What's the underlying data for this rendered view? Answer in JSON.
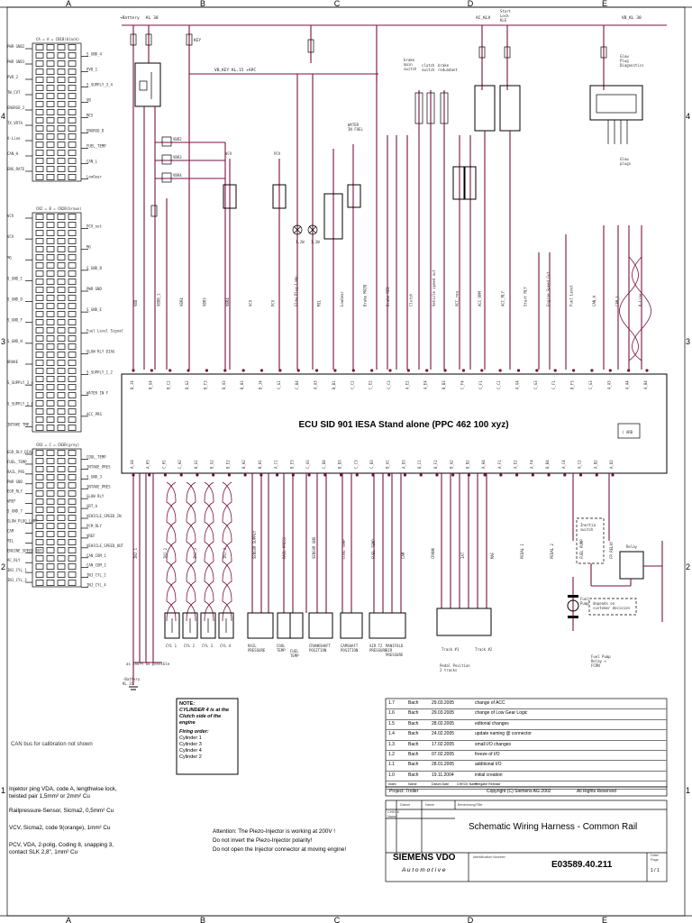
{
  "grid": {
    "cols": [
      "A",
      "B",
      "C",
      "D",
      "E"
    ],
    "rows": [
      "4",
      "3",
      "2",
      "1"
    ]
  },
  "top": {
    "battery": "+Battery",
    "kl30": "KL 30",
    "start_lock": "Start\nLock\nKLE",
    "acklv": "AC_KLV",
    "vbkl30": "VB_KL 30",
    "vbkey": "VB_KEY  KL.15  +APC",
    "key": "KEY",
    "glow": "Glow\nPlug\nDiagnostics",
    "glowplugs": "Glow\nplugs",
    "brake": "brake\nmain\nswitch",
    "clutch": "clutch\nswitch",
    "brake2": "brake\nredundant",
    "water": "WATER\nIN FUEL"
  },
  "ecu": {
    "title": "ECU SID 901 IESA Stand alone (PPC 462 100 xyz)",
    "box_label": "( ARB",
    "top_pins": [
      "B_J4",
      "B_G4",
      "B_C2",
      "B_G2",
      "B_F3",
      "B_A3",
      "B_H3",
      "B_J4",
      "C_G1",
      "C_B4",
      "A_A3",
      "B_B1",
      "C_C2",
      "C_E2",
      "C_C3",
      "A_E2",
      "A_E4",
      "B_B3",
      "C_F4",
      "C_F1",
      "C_C1",
      "A_G4",
      "C_G3",
      "C_F1",
      "B_F3",
      "C_G3",
      "A_A3",
      "A_A4",
      "A_B4"
    ],
    "bottom_pins": [
      "A_G4",
      "A_H3",
      "C_H1",
      "C_H2",
      "B_G1",
      "B_G2",
      "B_E2",
      "B_H2",
      "B_H1",
      "A_C1",
      "B_E3",
      "C_A3",
      "C_B4",
      "B_B3",
      "C_C3",
      "C_B3",
      "B_A1",
      "A_D3",
      "B_C1",
      "B_F2",
      "B_A2",
      "B_B2",
      "A_H4",
      "A_F1",
      "A_E2",
      "A_F4",
      "B_B4",
      "A_C4",
      "A_C2",
      "A_B2",
      "A_D2"
    ],
    "signals_top": [
      "VBD",
      "VBDB_1",
      "VBR4",
      "VBR3",
      "VBR4",
      "VCV",
      "PCV",
      "Glow Plug Lamp",
      "MIL",
      "LowGear",
      "Brake MAIN",
      "Brake RED",
      "Clutch",
      "Vehicle speed out",
      "ACC_req",
      "ACC_RPM",
      "ACC_RLY",
      "Start RLY",
      "Engine Speed Out",
      "Fuel Level",
      "CAN_H",
      "CAN_L",
      "K-Line"
    ],
    "signals_bottom": [
      "INJ_1",
      "INJ_2",
      "INJ_3",
      "INJ_4",
      "SENSOR SUPPLY",
      "RAIL PRESS",
      "SENSOR GND",
      "COOL TEMP",
      "FUEL TEMP",
      "CAM",
      "CRANK",
      "IAT",
      "MAF",
      "PEDAL 1",
      "PEDAL 2",
      "FUEL PUMP",
      "FP RELAY"
    ]
  },
  "connectors": {
    "ca": "CA = A = CN1B(black)",
    "cb": "CN2 = B = CN2B(brown)",
    "cc": "CN3 = C = CN3B(grey)",
    "left_a": [
      "PWR GND2",
      "S_GND_4",
      "PWR GND1",
      "PVD_1",
      "PVD_2",
      "S_SUPPLY_3_4",
      "TW_CVT",
      "VB",
      "ENGRGO_2",
      "MCS",
      "TX_VRTA",
      "ENGRGO_D",
      "K-Line",
      "FUEL_TEMP",
      "CAN_H",
      "CAN_L",
      "ENG_RATE",
      "LowGear"
    ],
    "left_b": [
      "VCV",
      "PCV_out",
      "VCV",
      "MG",
      "MG",
      "S_GND_B",
      "S_GND_C",
      "PWR GND",
      "S_GND_D",
      "S_GND_E",
      "S_GND_F",
      "Fuel Level Signal",
      "S_GND_H",
      "GLOW RLY DIAG",
      "BRAKE",
      "S_SUPPLY_1_2",
      "S_SUPPLY_3_4",
      "WATER IN F",
      "S_SUPPLY_1_C",
      "ACC_PRS",
      "INTAKE TMP"
    ],
    "left_c": [
      "EGR_RLY_DIAG",
      "COOL_TEMP",
      "FUEL_TEMP",
      "INTAKE_PRES",
      "RAIL_PRS",
      "S_GND_3",
      "PWR GND",
      "INTAKE_PRES",
      "EGR_RLY",
      "GLOW RLY",
      "VREF",
      "GRT_A",
      "S_GND_7",
      "VEHICLE_SPEED_IN",
      "GLOW_PLUG_LAMP",
      "PCM_RLY",
      "CAM",
      "VREF",
      "MIL",
      "VEHICLE_SPEED_OUT",
      "ENGINE_SPEED_OUT",
      "CAN_COM_1",
      "AC_RLY",
      "CAN_COM_2",
      "INJ_CYL_1",
      "INJ_CYL_2",
      "INJ_CYL_3",
      "INJ_CYL_4"
    ]
  },
  "components_bottom": {
    "injectors": [
      "CYL 1",
      "CYL 2",
      "CYL 3",
      "CYL 4"
    ],
    "rail": "RAIL\nPRESSURE",
    "cool": "COOL\nTEMP",
    "fuel": "FUEL\nTEMP",
    "crank": "CRANKSHAFT\nPOSITION",
    "cam": "CAMSHAFT\nPOSITION",
    "iat": "AIR T2\nPRESSURE",
    "maf": "MANIFOLD\nAIR\nPRESSURE",
    "pedal_left": "Track #1",
    "pedal_right": "Track #2",
    "pedal": "Pedal Position\n2 tracks",
    "inertia": "Inertia\nswitch",
    "relay": "Relay",
    "fuelpump": "Fuel\nPump",
    "depends": "depends on\ncustomer decision",
    "fprelay": "Fuel Pump\nRelay +\nFCRN",
    "gnd_note": "as short as possible",
    "battminus": "-Battery\nKL 31"
  },
  "can_note": "CAN bus for calibration not shown",
  "cylinder_note": {
    "heading": "NOTE:",
    "line1": "CYLINDER 4 is at the",
    "line2": "Clutch side of the engine",
    "firing": "Firing order:",
    "order": [
      "Cylinder 1",
      "Cylinder 3",
      "Cylinder 4",
      "Cylinder 2"
    ]
  },
  "cable_notes": [
    "Injektor ping VDA, code A, lengthwise lock,\ntwisted pair 1,5mm² or 2mm² Cu",
    "Railpressure-Sensor, Sicma2, 0,5mm² Cu",
    "VCV, Sicma2, code 9(orange), 1mm² Cu",
    "PCV, VDA, 2-polig, Coding 8, snapping 3,\ncontact SLK 2,8\", 1mm² Cu"
  ],
  "warning": [
    "Attention: The Piezo-Injector is working at 200V !",
    "Do not invert the Piezo-Injector polarity!",
    "Do not open the Injector connector at moving engine!"
  ],
  "revisions": [
    {
      "rev": "1.7",
      "name": "Bach",
      "date": "29.03.2005",
      "text": "change of ACC"
    },
    {
      "rev": "1.6",
      "name": "Bach",
      "date": "29.03.2005",
      "text": "change of Low Gear Logic"
    },
    {
      "rev": "1.5",
      "name": "Bach",
      "date": "28.02.2005",
      "text": "editorial changes"
    },
    {
      "rev": "1.4",
      "name": "Bach",
      "date": "24.02.2005",
      "text": "update naming @ connector"
    },
    {
      "rev": "1.3",
      "name": "Bach",
      "date": "17.02.2005",
      "text": "small I/O changes"
    },
    {
      "rev": "1.2",
      "name": "Bach",
      "date": "07.02.2005",
      "text": "freeze of I/O"
    },
    {
      "rev": "1.1",
      "name": "Bach",
      "date": "28.01.2005",
      "text": "additional I/O"
    },
    {
      "rev": "1.0",
      "name": "Bach",
      "date": "19.11.2004",
      "text": "initial creation"
    }
  ],
  "rev_header": [
    "Index",
    "Name",
    "Datum Date",
    "CHECK Name",
    "Freigabe Release"
  ],
  "title_block": {
    "project": "Project: Troller",
    "copyright": "Copyright (C) Siemens AG 2002",
    "rights": "All Rights Reserved",
    "title": "Schematic Wiring Harness -   Common Rail",
    "company": "SIEMENS VDO",
    "division": "A u t o m o t i v e",
    "docnum": "E03589.40.211",
    "sheet": "1 / 1",
    "labels": {
      "datum": "Datum",
      "date": "Date",
      "name": "Name",
      "benennung": "Benennung/Title",
      "check": "CHECK\nName",
      "ident": "Identification Number",
      "page": "Datei\nPage"
    }
  }
}
